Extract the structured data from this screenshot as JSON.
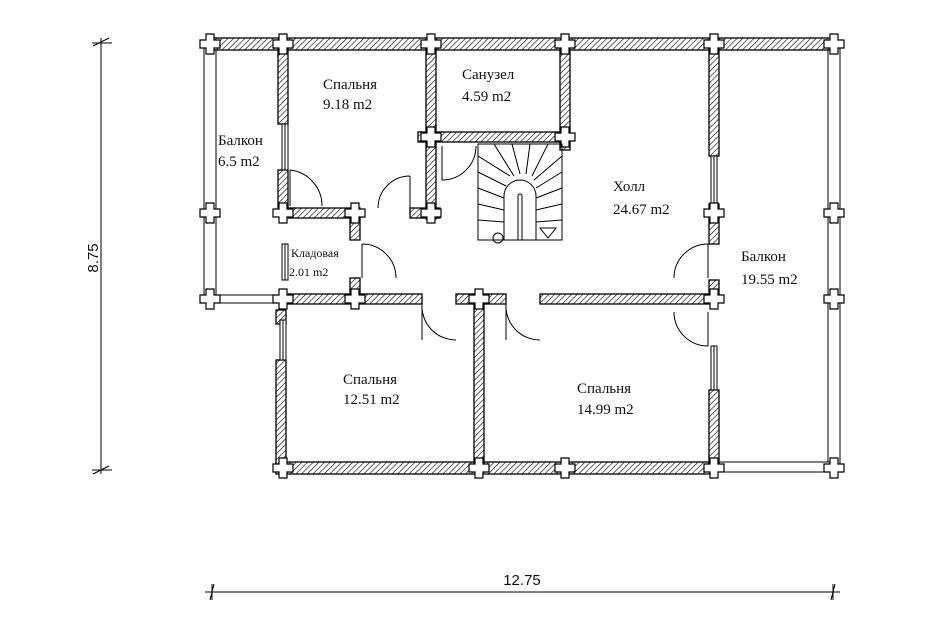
{
  "dimensions": {
    "width": "12.75",
    "height": "8.75"
  },
  "rooms": {
    "bedroom_top": {
      "name": "Спальня",
      "area": "9.18 m2"
    },
    "bathroom": {
      "name": "Санузел",
      "area": "4.59 m2"
    },
    "balcony_left": {
      "name": "Балкон",
      "area": "6.5 m2"
    },
    "hall": {
      "name": "Холл",
      "area": "24.67 m2"
    },
    "storage": {
      "name": "Кладовая",
      "area": "2.01 m2"
    },
    "balcony_right": {
      "name": "Балкон",
      "area": "19.55 m2"
    },
    "bedroom_left": {
      "name": "Спальня",
      "area": "12.51 m2"
    },
    "bedroom_right": {
      "name": "Спальня",
      "area": "14.99 m2"
    }
  }
}
